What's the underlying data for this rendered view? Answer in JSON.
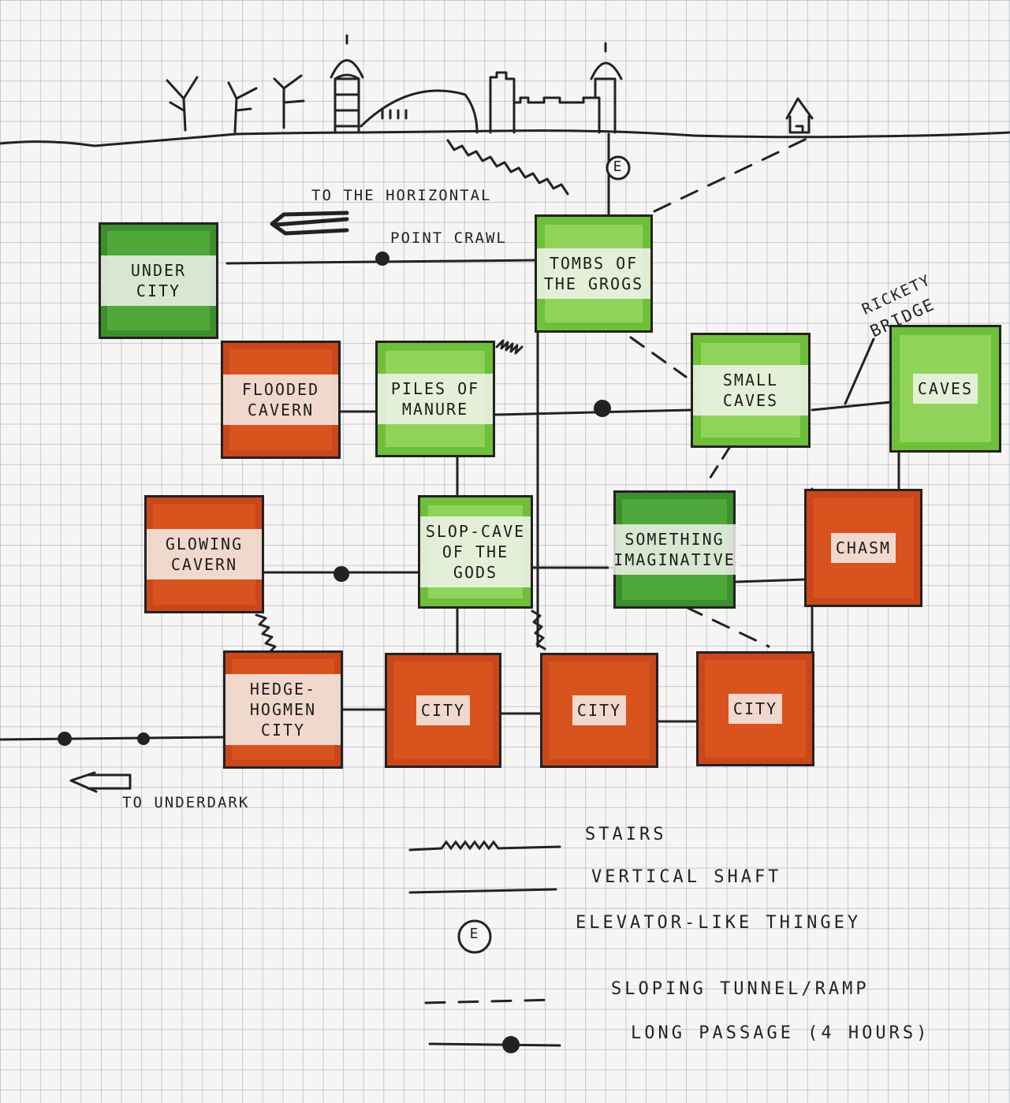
{
  "colors": {
    "safe": "#8fd35a",
    "danger": "#d9531e",
    "ink": "#222222"
  },
  "rooms": {
    "under_city": "UNDER CITY",
    "tombs": "TOMBS OF THE GROGS",
    "flooded": "FLOODED CAVERN",
    "piles": "PILES OF MANURE",
    "small_caves": "SMALL CAVES",
    "caves": "CAVES",
    "glowing": "GLOWING CAVERN",
    "slop": "SLOP-CAVE OF THE GODS",
    "something": "SOMETHING IMAGINATIVE",
    "chasm": "CHASM",
    "hedge": "HEDGE-HOGMEN CITY",
    "city1": "CITY",
    "city2": "CITY",
    "city3": "CITY"
  },
  "labels": {
    "to_horizontal": "TO THE HORIZONTAL",
    "point_crawl": "POINT CRAWL",
    "rickety": "RICKETY",
    "bridge": "BRIDGE",
    "to_underdark": "TO UNDERDARK",
    "elevator_mark": "E"
  },
  "legend": {
    "stairs": "STAIRS",
    "vertical_shaft": "VERTICAL SHAFT",
    "elevator": "ELEVATOR-LIKE THINGEY",
    "elevator_mark": "E",
    "sloping": "SLOPING TUNNEL/RAMP",
    "long_passage": "LONG PASSAGE (4 HOURS)"
  }
}
